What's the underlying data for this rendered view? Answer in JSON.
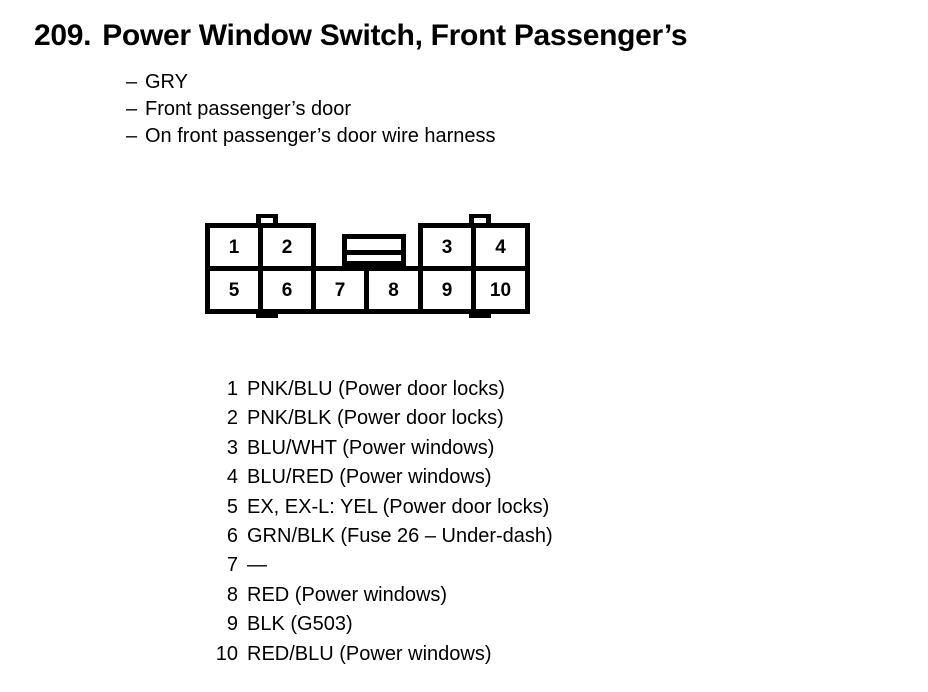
{
  "header": {
    "number": "209.",
    "title": "Power Window Switch, Front Passenger’s",
    "bullets": [
      {
        "dash": "–",
        "text": "GRY"
      },
      {
        "dash": "–",
        "text": "Front passenger’s door"
      },
      {
        "dash": "–",
        "text": "On front passenger’s door wire harness"
      }
    ]
  },
  "connector": {
    "top_row": [
      "1",
      "2"
    ],
    "top_row_right": [
      "3",
      "4"
    ],
    "bottom_row": [
      "5",
      "6",
      "7",
      "8",
      "9",
      "10"
    ],
    "keying_slot": "keying-slot",
    "outline_color": "#000000",
    "fill_color": "#ffffff"
  },
  "pins": [
    {
      "no": "1",
      "desc": "PNK/BLU (Power door locks)"
    },
    {
      "no": "2",
      "desc": "PNK/BLK (Power door locks)"
    },
    {
      "no": "3",
      "desc": "BLU/WHT (Power windows)"
    },
    {
      "no": "4",
      "desc": "BLU/RED (Power windows)"
    },
    {
      "no": "5",
      "desc": "EX, EX-L: YEL (Power door locks)"
    },
    {
      "no": "6",
      "desc": "GRN/BLK (Fuse 26 – Under-dash)"
    },
    {
      "no": "7",
      "desc": "—"
    },
    {
      "no": "8",
      "desc": "RED (Power windows)"
    },
    {
      "no": "9",
      "desc": "BLK (G503)"
    },
    {
      "no": "10",
      "desc": "RED/BLU (Power windows)"
    }
  ]
}
